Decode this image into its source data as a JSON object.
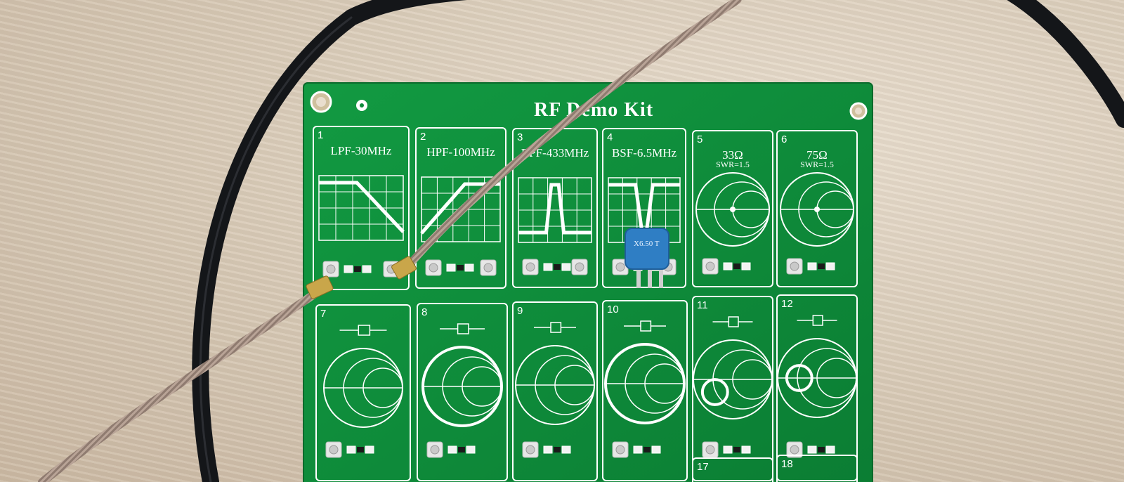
{
  "board": {
    "title": "RF Demo Kit",
    "cells": [
      {
        "num": "1",
        "label": "LPF-30MHz",
        "sub": ""
      },
      {
        "num": "2",
        "label": "HPF-100MHz",
        "sub": ""
      },
      {
        "num": "3",
        "label": "BPF-433MHz",
        "sub": ""
      },
      {
        "num": "4",
        "label": "BSF-6.5MHz",
        "sub": ""
      },
      {
        "num": "5",
        "label": "33Ω",
        "sub": "SWR=1.5"
      },
      {
        "num": "6",
        "label": "75Ω",
        "sub": "SWR=1.5"
      },
      {
        "num": "7",
        "label": "",
        "sub": ""
      },
      {
        "num": "8",
        "label": "",
        "sub": ""
      },
      {
        "num": "9",
        "label": "",
        "sub": ""
      },
      {
        "num": "10",
        "label": "",
        "sub": ""
      },
      {
        "num": "11",
        "label": "",
        "sub": ""
      },
      {
        "num": "12",
        "label": "",
        "sub": ""
      },
      {
        "num": "17",
        "label": "",
        "sub": ""
      },
      {
        "num": "18",
        "label": "",
        "sub": ""
      }
    ],
    "component_marking": "X6.50 T"
  },
  "colors": {
    "pcb_green": "#0e8a3a",
    "silkscreen": "#ffffff",
    "cable_black": "#141619",
    "coax_braid": "#b9a497",
    "capacitor_blue": "#2f7ec4"
  }
}
